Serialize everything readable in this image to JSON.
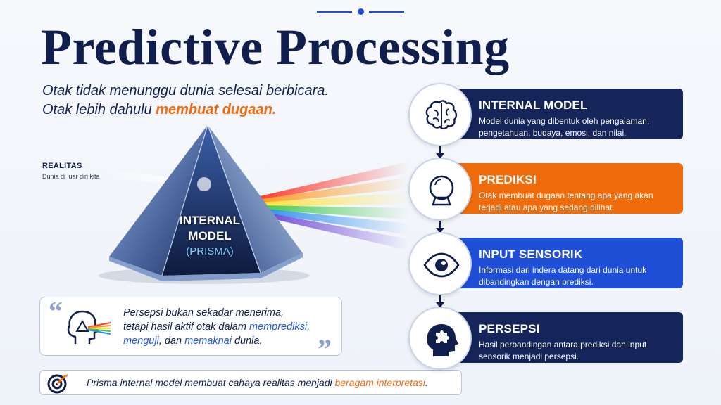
{
  "title": "Predictive Processing",
  "subtitle": {
    "line1": "Otak tidak menunggu dunia selesai berbicara.",
    "line2_pre": "Otak lebih dahulu ",
    "line2_highlight": "membuat dugaan."
  },
  "realitas": {
    "label": "REALITAS",
    "caption": "Dunia di luar diri kita"
  },
  "prism": {
    "line1": "INTERNAL",
    "line2": "MODEL",
    "sub": "(PRISMA)"
  },
  "quote": {
    "line1": "Persepsi bukan sekadar menerima,",
    "line2_pre": "tetapi hasil aktif otak dalam ",
    "line2_hl": "memprediksi",
    "line2_post": ",",
    "line3_hl1": "menguji",
    "line3_mid": ", dan ",
    "line3_hl2": "memaknai",
    "line3_post": " dunia."
  },
  "bottom": {
    "text_pre": "Prisma internal model membuat cahaya realitas menjadi ",
    "text_hl": "beragam interpretasi",
    "text_post": "."
  },
  "steps": [
    {
      "icon": "brain-icon",
      "heading": "INTERNAL MODEL",
      "desc": "Model dunia yang dibentuk oleh pengalaman, pengetahuan, budaya, emosi, dan nilai.",
      "color": "#15255a"
    },
    {
      "icon": "crystal-ball-icon",
      "heading": "PREDIKSI",
      "desc": "Otak membuat dugaan tentang apa yang akan terjadi atau apa yang sedang dilihat.",
      "color": "#ef6c0d"
    },
    {
      "icon": "eye-icon",
      "heading": "INPUT SENSORIK",
      "desc": "Informasi dari indera datang dari dunia untuk dibandingkan dengan prediksi.",
      "color": "#1f4fd6"
    },
    {
      "icon": "head-puzzle-icon",
      "heading": "PERSEPSI",
      "desc": "Hasil perbandingan antara prediksi dan input sensorik menjadi persepsi.",
      "color": "#15255a"
    }
  ],
  "colors": {
    "navy": "#0f1e4d",
    "orange": "#ef6c0d",
    "blue": "#1f4fd6"
  }
}
